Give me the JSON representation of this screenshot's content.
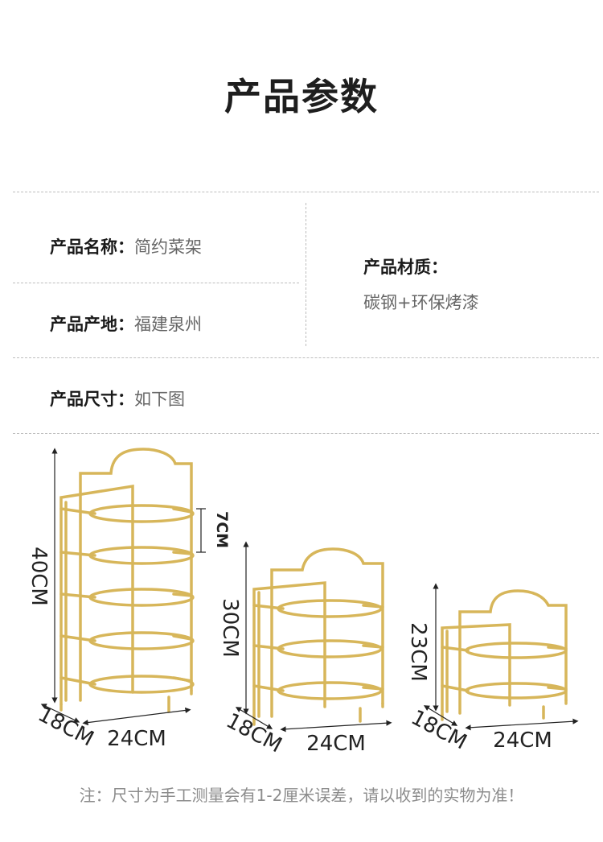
{
  "page_title": "产品参数",
  "specs": {
    "name_label": "产品名称：",
    "name_value": "简约菜架",
    "origin_label": "产品产地：",
    "origin_value": "福建泉州",
    "material_label": "产品材质：",
    "material_value": "碳钢+环保烤漆",
    "size_label": "产品尺寸：",
    "size_value": "如下图"
  },
  "racks": [
    {
      "height": "40CM",
      "depth": "18CM",
      "width": "24CM",
      "tier_gap": "7CM"
    },
    {
      "height": "30CM",
      "depth": "18CM",
      "width": "24CM"
    },
    {
      "height": "23CM",
      "depth": "18CM",
      "width": "24CM"
    }
  ],
  "colors": {
    "frame": "#d7b65a",
    "frame_dark": "#b8963d"
  },
  "note": "注：尺寸为手工测量会有1-2厘米误差，请以收到的实物为准！"
}
